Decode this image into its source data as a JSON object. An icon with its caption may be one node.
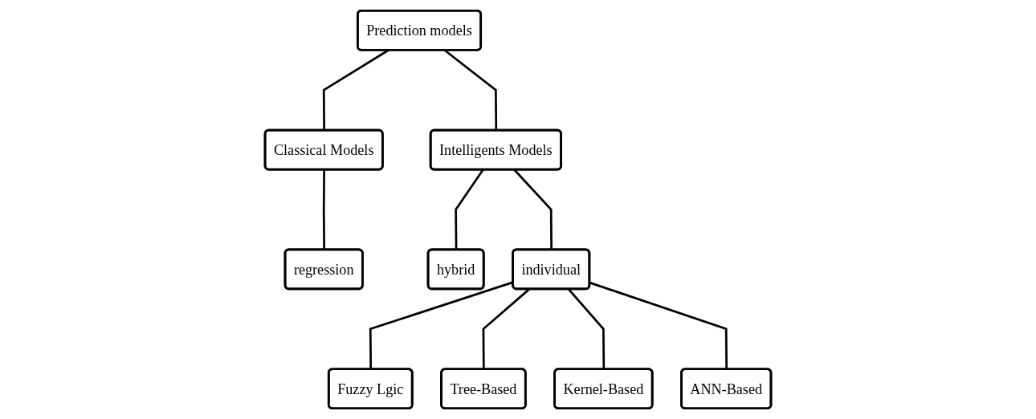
{
  "diagram": {
    "nodes": [
      {
        "text": [
          "Prediction models"
        ]
      },
      {
        "text": [
          "Classical Models"
        ]
      },
      {
        "text": [
          "Intelligents Models"
        ]
      },
      {
        "text": [
          "regression"
        ]
      },
      {
        "text": [
          "hybrid"
        ]
      },
      {
        "text": [
          "individual"
        ]
      },
      {
        "text": [
          "Fuzzy Lgic"
        ]
      },
      {
        "text": [
          "Tree-Based"
        ]
      },
      {
        "text": [
          "Kernel-Based"
        ]
      },
      {
        "text": [
          "ANN-Based"
        ]
      }
    ],
    "edges": [
      {
        "from": 0,
        "to": 1,
        "arrow": "none"
      },
      {
        "from": 0,
        "to": 2,
        "arrow": "none"
      },
      {
        "from": 1,
        "to": 3,
        "arrow": "none"
      },
      {
        "from": 2,
        "to": 4,
        "arrow": "none"
      },
      {
        "from": 2,
        "to": 5,
        "arrow": "none"
      },
      {
        "from": 5,
        "to": 6,
        "arrow": "none"
      },
      {
        "from": 5,
        "to": 7,
        "arrow": "none"
      },
      {
        "from": 5,
        "to": 8,
        "arrow": "none"
      },
      {
        "from": 5,
        "to": 9,
        "arrow": "none"
      }
    ]
  }
}
